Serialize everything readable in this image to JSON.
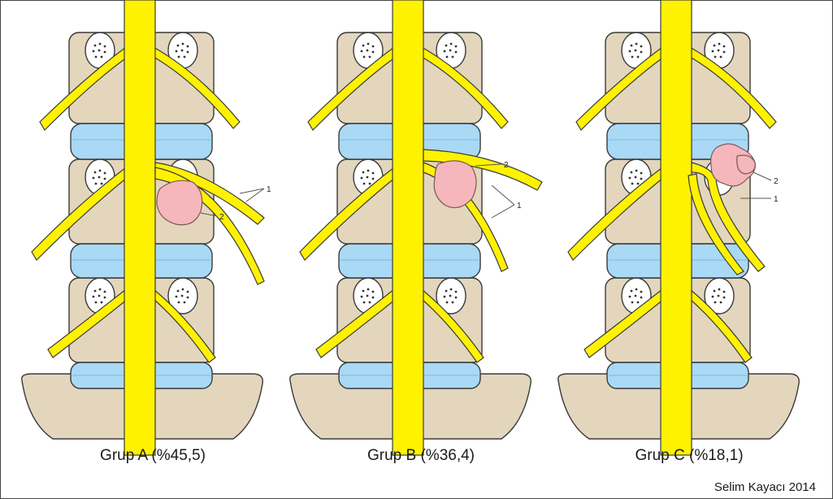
{
  "colors": {
    "vertebra": "#e3d6bd",
    "disc": "#a9d9f5",
    "nerve": "#fff200",
    "tumor": "#f5b6bc",
    "outline": "#3a3a3a"
  },
  "panels": [
    {
      "caption": "Grup A (%45,5)",
      "label_1": "1",
      "label_2": "2"
    },
    {
      "caption": "Grup B  (%36,4)",
      "label_1": "1",
      "label_2": "2"
    },
    {
      "caption": "Grup C (%18,1)",
      "label_1": "1",
      "label_2": "2"
    }
  ],
  "credit": "Selim Kayacı 2014"
}
